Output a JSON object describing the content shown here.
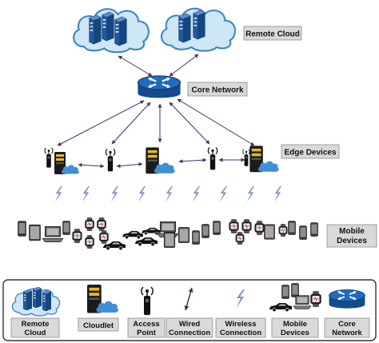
{
  "labels": {
    "remote_cloud": "Remote Cloud",
    "core_network": "Core Network",
    "edge_devices": "Edge Devices",
    "mobile_devices_line1": "Mobile",
    "mobile_devices_line2": "Devices"
  },
  "legend": {
    "items": [
      {
        "line1": "Remote",
        "line2": "Cloud"
      },
      {
        "line1": "Cloudlet",
        "line2": ""
      },
      {
        "line1": "Access",
        "line2": "Point"
      },
      {
        "line1": "Wired",
        "line2": "Connection"
      },
      {
        "line1": "Wireless",
        "line2": "Connection"
      },
      {
        "line1": "Mobile",
        "line2": "Devices"
      },
      {
        "line1": "Core",
        "line2": "Network"
      }
    ]
  },
  "colors": {
    "cloud_fill": "#cfe6f7",
    "cloud_stroke": "#3b86c4",
    "server_blue": "#1f5aa0",
    "router_blue": "#1a5ea8",
    "link_color": "#4b2c6b",
    "wireless_color": "#7b8fc7",
    "label_box": "#d9d9d9"
  },
  "icons": [
    "cloud-icon",
    "server-rack-icon",
    "router-icon",
    "access-point-icon",
    "cloudlet-icon",
    "lightning-icon",
    "smartphone-icon",
    "tablet-icon",
    "laptop-icon",
    "smartwatch-icon",
    "car-icon"
  ]
}
